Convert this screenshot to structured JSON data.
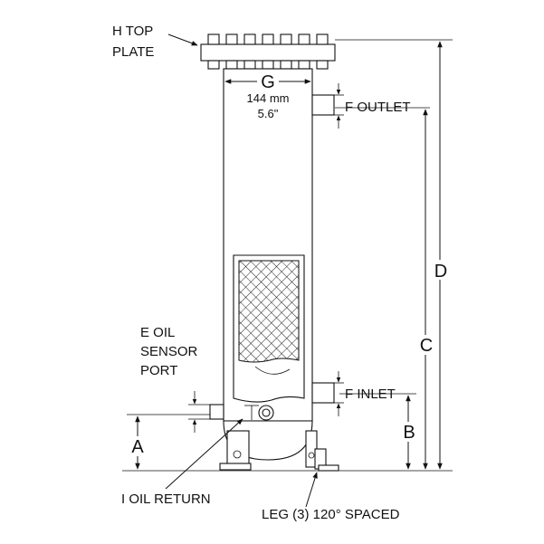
{
  "labels": {
    "top_plate_line1": "H TOP",
    "top_plate_line2": "PLATE",
    "g_dim": "G",
    "width_mm": "144 mm",
    "width_in": "5.6\"",
    "outlet": "F OUTLET",
    "inlet": "F INLET",
    "d_dim": "D",
    "c_dim": "C",
    "b_dim": "B",
    "a_dim": "A",
    "sensor_line1": "E OIL",
    "sensor_line2": "SENSOR",
    "sensor_line3": "PORT",
    "oil_return": "I OIL RETURN",
    "legs": "LEG (3) 120° SPACED"
  }
}
